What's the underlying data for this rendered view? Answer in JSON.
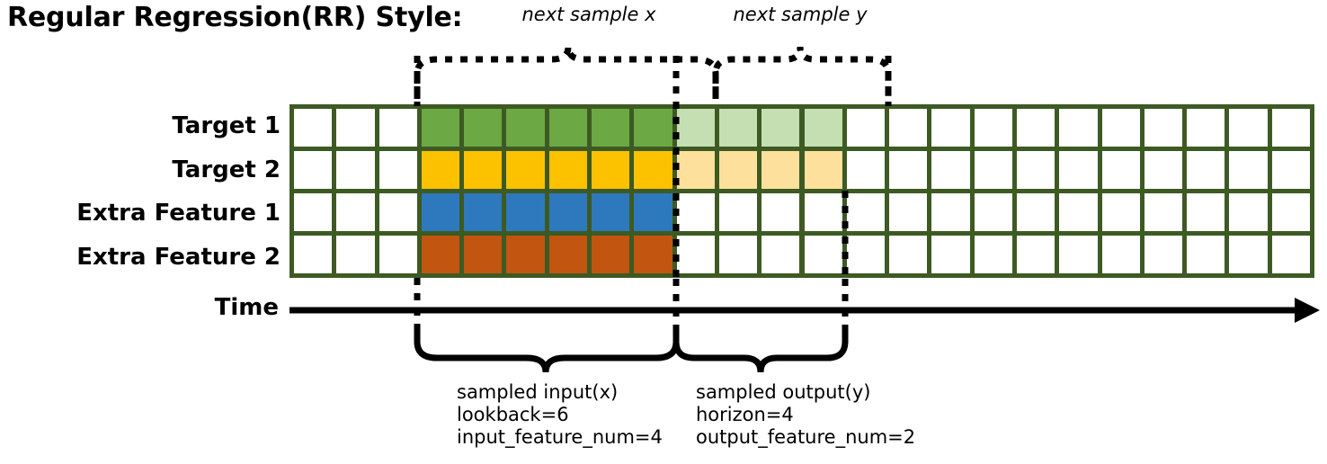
{
  "title": "Regular Regression(RR) Style:",
  "rows": [
    {
      "label": "Target 1",
      "fill": "#6ca844",
      "light_fill": "#c6dfb2"
    },
    {
      "label": "Target 2",
      "fill": "#fcc200",
      "light_fill": "#fce09c"
    },
    {
      "label": "Extra Feature 1",
      "fill": "#2e79bd",
      "light_fill": null
    },
    {
      "label": "Extra Feature 2",
      "fill": "#c2550f",
      "light_fill": null
    }
  ],
  "grid": {
    "columns": 24,
    "lead_blank_cols": 3,
    "input_cols": 6,
    "output_cols": 4,
    "trail_blank_cols": 11,
    "border_color": "#3d5a23",
    "empty_fill": "#ffffff"
  },
  "time_axis": {
    "label": "Time"
  },
  "top_braces": [
    {
      "caption": "next sample x"
    },
    {
      "caption": "next sample y"
    }
  ],
  "bottom_braces": [
    {
      "caption_lines": [
        "sampled input(x)",
        "lookback=6",
        "input_feature_num=4"
      ]
    },
    {
      "caption_lines": [
        "sampled output(y)",
        "horizon=4",
        "output_feature_num=2"
      ]
    }
  ]
}
